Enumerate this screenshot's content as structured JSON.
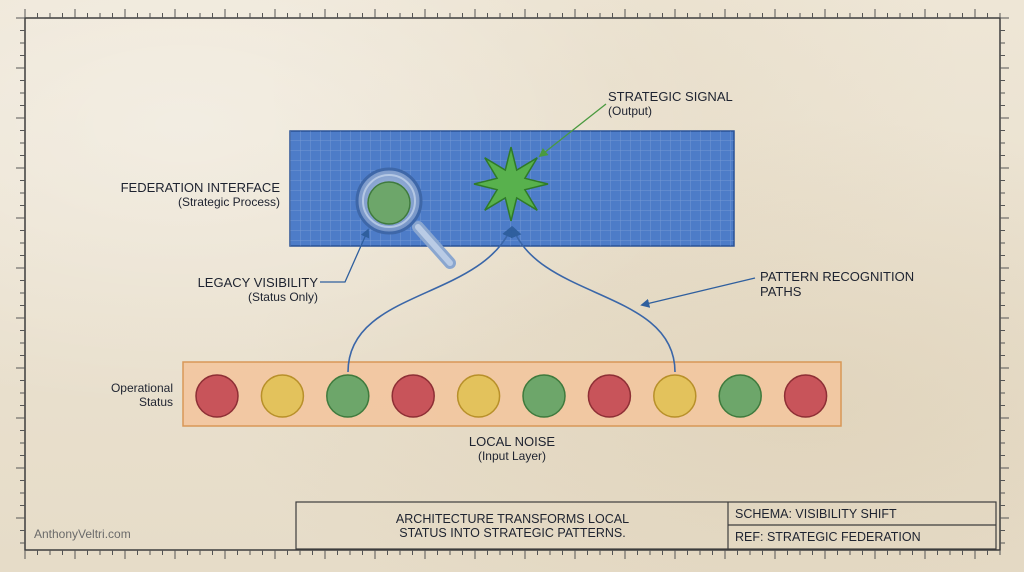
{
  "labels": {
    "strategic_signal": {
      "title": "STRATEGIC SIGNAL",
      "sub": "(Output)"
    },
    "federation_interface": {
      "title": "FEDERATION INTERFACE",
      "sub": "(Strategic Process)"
    },
    "legacy_visibility": {
      "title": "LEGACY VISIBILITY",
      "sub": "(Status Only)"
    },
    "pattern_recognition": {
      "line1": "PATTERN RECOGNITION",
      "line2": "PATHS"
    },
    "operational_status": {
      "line1": "Operational",
      "line2": "Status"
    },
    "local_noise": {
      "title": "LOCAL NOISE",
      "sub": "(Input Layer)"
    }
  },
  "status_dots": [
    "red",
    "yellow",
    "green",
    "red",
    "yellow",
    "green",
    "red",
    "yellow",
    "green",
    "red"
  ],
  "colors": {
    "red": "#c8545a",
    "yellow": "#e3c25c",
    "green": "#6da66a",
    "panel_blue": "#4d7cc8",
    "input_orange": "#f3c7a0",
    "signal_green": "#58b14d",
    "accent_line": "#3a66a8"
  },
  "title_block": {
    "caption_line1": "ARCHITECTURE TRANSFORMS LOCAL",
    "caption_line2": "STATUS INTO STRATEGIC PATTERNS.",
    "schema": "SCHEMA: VISIBILITY SHIFT",
    "ref": "REF: STRATEGIC FEDERATION"
  },
  "credit": "AnthonyVeltri.com"
}
